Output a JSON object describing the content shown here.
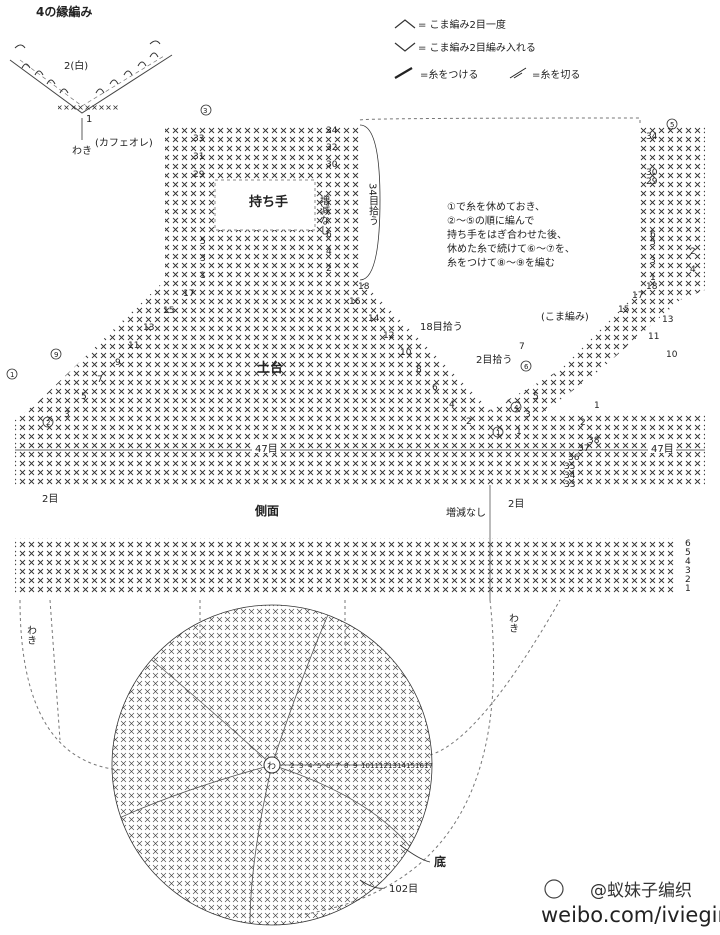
{
  "edging": {
    "title": "4の縁編み",
    "row2_label": "2(白)",
    "row1_label": "1",
    "color_label": "(カフェオレ)",
    "side_label": "わき"
  },
  "legend": {
    "dec": "=  こま編み2目一度",
    "inc": "=  こま編み2目編み入れる",
    "join": "=糸をつける",
    "cut": "=糸を切る"
  },
  "handle": {
    "title": "持ち手",
    "no_change": "増減なし",
    "pick_up": "34目拾う",
    "rows_right": [
      "34",
      "32",
      "30",
      "6",
      "4",
      "2"
    ],
    "rows_left": [
      "33",
      "31",
      "29",
      "5",
      "3",
      "1"
    ],
    "marker": "3"
  },
  "base": {
    "title": "土台",
    "pick18": "18目拾う",
    "pick2": "2目拾う",
    "count47": "47目",
    "count2": "2目",
    "left_rows": [
      "17",
      "15",
      "13",
      "11",
      "9",
      "7",
      "5",
      "3"
    ],
    "right_rows": [
      "18",
      "16",
      "14",
      "12",
      "10",
      "8",
      "6",
      "4",
      "2"
    ],
    "markers_left": [
      "1",
      "9",
      "2"
    ],
    "markers_right": [
      "7",
      "6",
      "1",
      "4"
    ],
    "crochet_label": "(こま編み)",
    "right_panel_rows_a": [
      "34",
      "30",
      "29"
    ],
    "right_panel_rows_b": [
      "6",
      "5",
      "3",
      "1",
      "2",
      "4",
      "18",
      "17",
      "15",
      "13",
      "11",
      "10"
    ],
    "right_panel_low": [
      "1",
      "38",
      "37",
      "36",
      "35",
      "34",
      "33"
    ],
    "right_side_rows": [
      "5",
      "3",
      "1",
      "2"
    ],
    "marker5": "5"
  },
  "note": {
    "lines": [
      "①で糸を休めておき、",
      "②〜⑤の順に編んで",
      "持ち手をはぎ合わせた後、",
      "休めた糸で続けて⑥〜⑦を、",
      "糸をつけて⑧〜⑨を編む"
    ]
  },
  "side": {
    "title": "側面",
    "no_change": "増減なし",
    "rows": [
      "6",
      "5",
      "4",
      "3",
      "2",
      "1"
    ],
    "side_left": "わき",
    "side_right": "わき"
  },
  "bottom": {
    "title": "底",
    "count": "102目",
    "ring": "わ",
    "rounds": [
      "2",
      "3",
      "4",
      "5",
      "6",
      "7",
      "8",
      "9",
      "10",
      "11",
      "12",
      "13",
      "14",
      "15",
      "16",
      "17"
    ]
  },
  "watermark": {
    "name": "@蚁妹子编织",
    "url": "weibo.com/iviegirl"
  }
}
